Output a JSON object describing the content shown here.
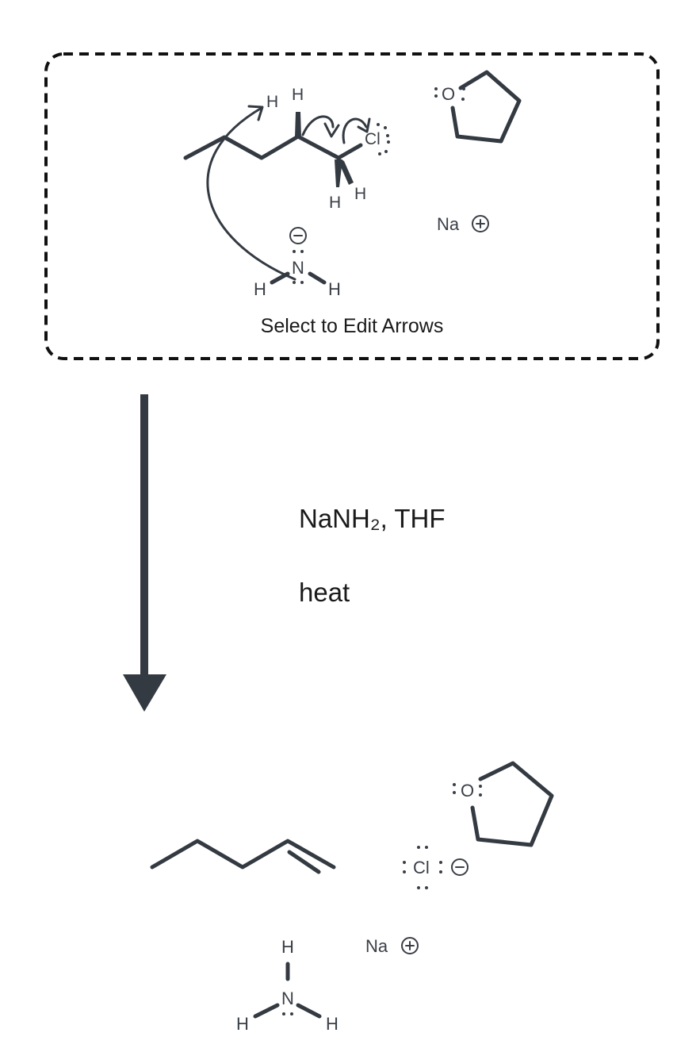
{
  "editor": {
    "edit_label": "Select to Edit Arrows"
  },
  "reactants": {
    "atoms": {
      "h_top_left": "H",
      "h_top": "H",
      "cl": "Cl",
      "h_bottom_left": "H",
      "h_bottom_right": "H",
      "thf_o": "O",
      "na": "Na",
      "amide_n": "N",
      "amide_h_left": "H",
      "amide_h_right": "H"
    }
  },
  "conditions": {
    "reagents": "NaNH₂, THF",
    "heat": "heat"
  },
  "products": {
    "atoms": {
      "thf_o": "O",
      "cl": "Cl",
      "na": "Na",
      "ammonia_n": "N",
      "ammonia_h_top": "H",
      "ammonia_h_left": "H",
      "ammonia_h_right": "H"
    }
  },
  "colors": {
    "bond": "#343a42",
    "text": "#1a1a1a",
    "border": "#111111"
  }
}
